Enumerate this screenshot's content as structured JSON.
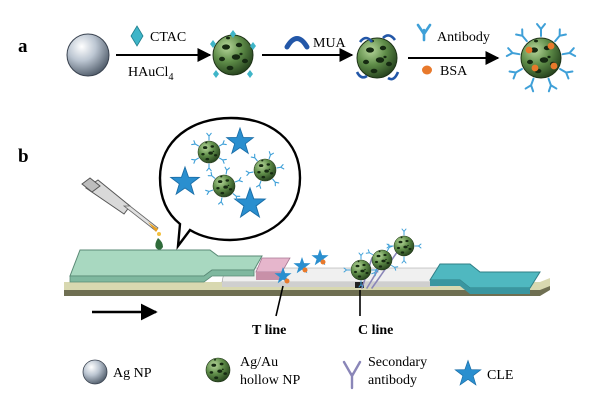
{
  "panels": {
    "a": "a",
    "b": "b"
  },
  "steps": [
    {
      "reagent": "CTAC",
      "below_base": "HAuCl",
      "below_sub": "4"
    },
    {
      "reagent": "MUA"
    },
    {
      "reagent": "Antibody",
      "reagent2": "BSA"
    }
  ],
  "strip": {
    "t_line": "T line",
    "c_line": "C line"
  },
  "legend": {
    "ag_np": "Ag NP",
    "hollow_np_1": "Ag/Au",
    "hollow_np_2": "hollow NP",
    "secondary_1": "Secondary",
    "secondary_2": "antibody",
    "cle": "CLE"
  },
  "colors": {
    "ag_np": "#a8b4c2",
    "hollow_np": "#4f7a3f",
    "antibody": "#3fa0d8",
    "bsa": "#e8792b",
    "cle": "#2a8fcf",
    "mua": "#2357a8",
    "ctac": "#3fb5c8",
    "sample_pad": "#a8d8c0",
    "conjugate_pad": "#e6b6cc",
    "absorbent_pad": "#4fb8c0",
    "secondary_antibody": "#8a86b8"
  }
}
